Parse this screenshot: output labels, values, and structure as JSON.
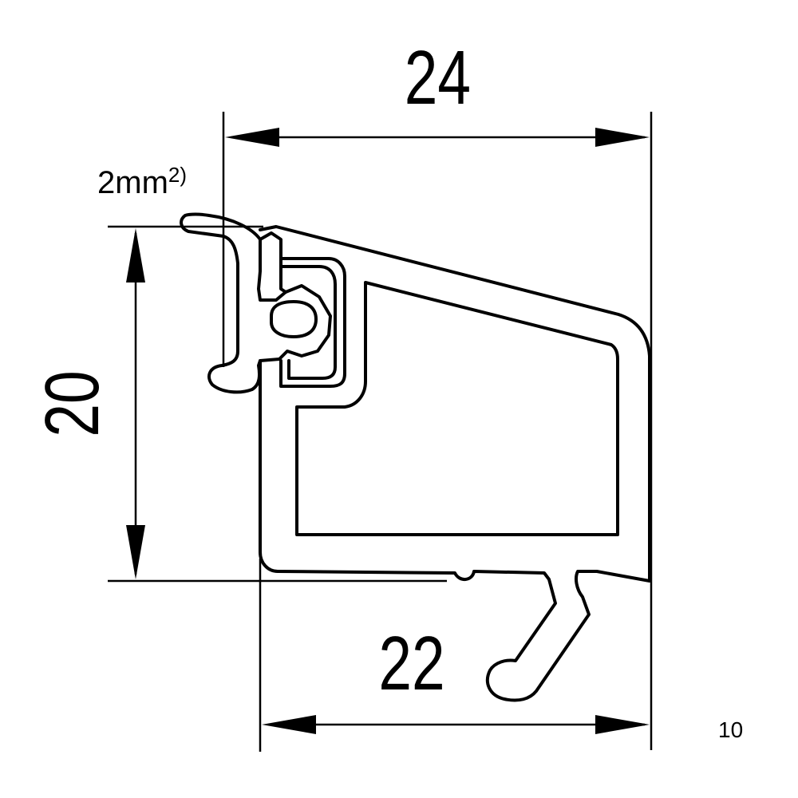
{
  "drawing": {
    "dimensions": {
      "width_top": "24",
      "height_left": "20",
      "width_bottom": "22"
    },
    "gasket_note": {
      "value": "2mm",
      "superscript": "2)"
    },
    "page_number": "10"
  }
}
